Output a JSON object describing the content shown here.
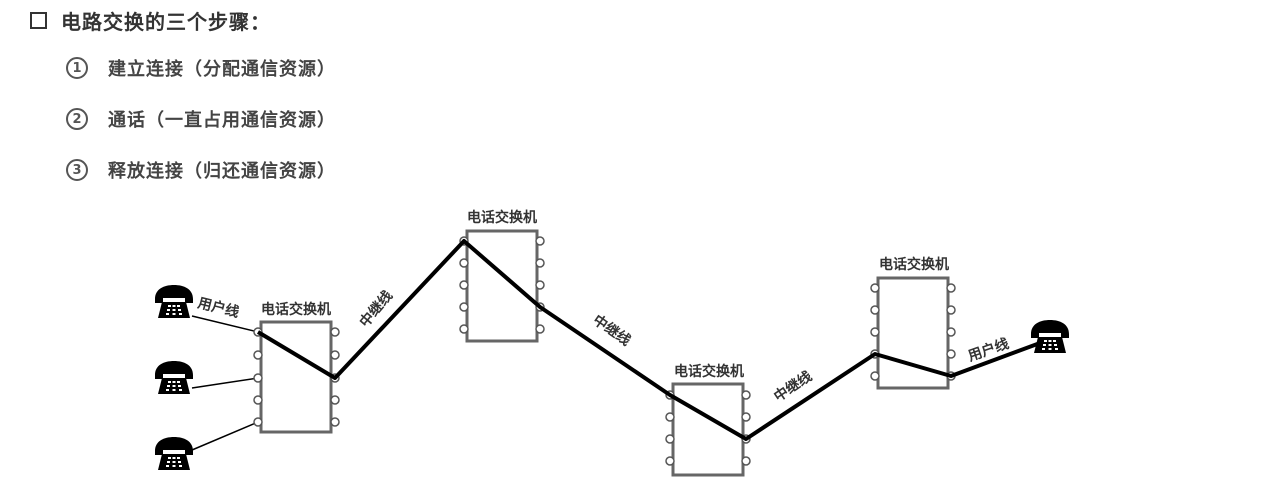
{
  "heading": "电路交换的三个步骤：",
  "steps": [
    {
      "num": "1",
      "text": "建立连接（分配通信资源）"
    },
    {
      "num": "2",
      "text": "通话（一直占用通信资源）"
    },
    {
      "num": "3",
      "text": "释放连接（归还通信资源）"
    }
  ],
  "diagram": {
    "switch_label": "电话交换机",
    "user_line_label": "用户线",
    "trunk_label": "中继线",
    "colors": {
      "switch_border": "#666666",
      "line": "#000000",
      "text": "#333333"
    }
  }
}
